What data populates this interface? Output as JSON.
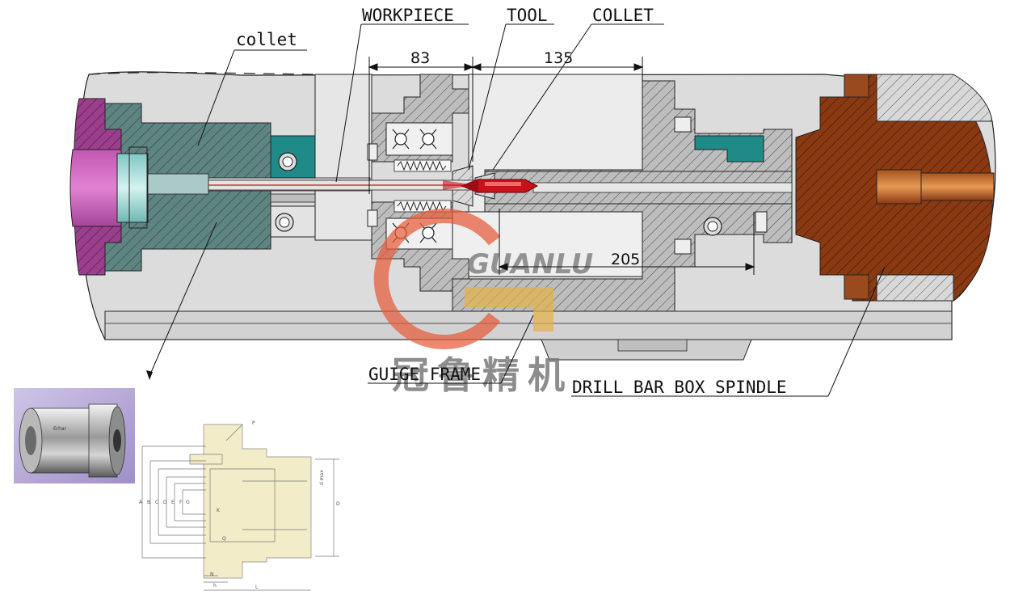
{
  "labels": {
    "collet_left": "collet",
    "workpiece": "WORKPIECE",
    "tool": "TOOL",
    "collet_top": "COLLET",
    "guide_frame": "GUIGE FRAME",
    "spindle": "DRILL BAR BOX SPINDLE"
  },
  "dimensions": {
    "d1": "83",
    "d2": "135",
    "d3": "205"
  },
  "watermark": {
    "brand": "GUANLU",
    "chinese": "冠鲁精机"
  },
  "drawing_labels": {
    "A": "A",
    "B": "B",
    "C": "C",
    "D": "D",
    "E": "E",
    "F": "F",
    "G": "G",
    "K": "K",
    "Q": "Q",
    "P": "P",
    "N": "N",
    "h": "h",
    "L": "L",
    "dmax": "d max",
    "D_right": "D"
  },
  "photo_text": {
    "brand": "Erhar"
  },
  "colors": {
    "purple": "#9b3f8c",
    "teal_grey": "#5f8582",
    "teal": "#1f8a87",
    "brown": "#8a3a12",
    "red_tool": "#c8111b",
    "machine_grey": "#d9d9d9",
    "cream": "#f3ecc8"
  }
}
